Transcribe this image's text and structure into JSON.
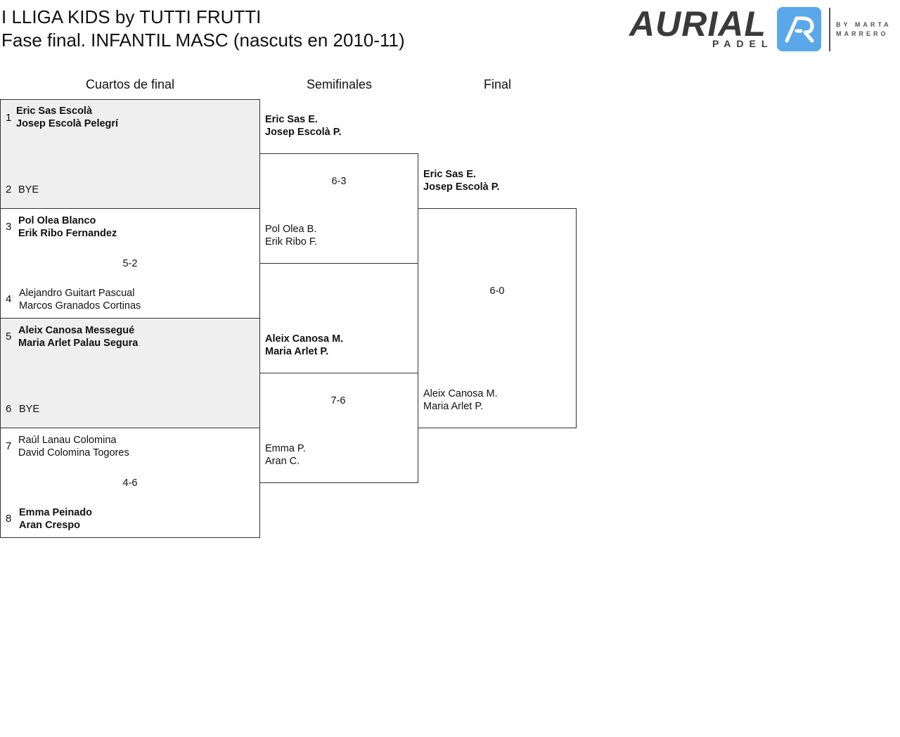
{
  "header": {
    "title_line1": "I LLIGA KIDS by TUTTI FRUTTI",
    "title_line2": "Fase final. INFANTIL MASC (nascuts en 2010-11)"
  },
  "logo": {
    "word": "AURIAL",
    "sub": "PADEL",
    "by_line1": "BY MARTA",
    "by_line2": "MARRERO",
    "badge_color": "#5aa8ea"
  },
  "rounds": {
    "quarterfinals": "Cuartos de final",
    "semifinals": "Semifinales",
    "final": "Final"
  },
  "quarterfinals": [
    {
      "top": {
        "seed": "1",
        "p1": "Eric Sas Escolà",
        "p2": "Josep Escolà Pelegrí"
      },
      "bottom": {
        "seed": "2",
        "p1": "BYE",
        "p2": ""
      },
      "score": ""
    },
    {
      "top": {
        "seed": "3",
        "p1": "Pol Olea Blanco",
        "p2": "Erik Ribo Fernandez"
      },
      "bottom": {
        "seed": "4",
        "p1": "Alejandro Guitart Pascual",
        "p2": "Marcos Granados Cortinas"
      },
      "score": "5-2"
    },
    {
      "top": {
        "seed": "5",
        "p1": "Aleix Canosa Messegué",
        "p2": "Maria Arlet Palau Segura"
      },
      "bottom": {
        "seed": "6",
        "p1": "BYE",
        "p2": ""
      },
      "score": ""
    },
    {
      "top": {
        "seed": "7",
        "p1": "Raúl Lanau Colomina",
        "p2": "David Colomina Togores"
      },
      "bottom": {
        "seed": "8",
        "p1": "Emma Peinado",
        "p2": "Aran Crespo"
      },
      "score": "4-6"
    }
  ],
  "semifinals": [
    {
      "top": {
        "p1": "Eric Sas E.",
        "p2": "Josep Escolà P."
      },
      "bottom": {
        "p1": "Pol Olea B.",
        "p2": "Erik Ribo F."
      },
      "score": "6-3"
    },
    {
      "top": {
        "p1": "Aleix Canosa M.",
        "p2": "Maria Arlet P."
      },
      "bottom": {
        "p1": "Emma P.",
        "p2": "Aran C."
      },
      "score": "7-6"
    }
  ],
  "final": {
    "top": {
      "p1": "Eric Sas E.",
      "p2": "Josep Escolà P."
    },
    "bottom": {
      "p1": "Aleix Canosa M.",
      "p2": "Maria Arlet P."
    },
    "score": "6-0"
  }
}
